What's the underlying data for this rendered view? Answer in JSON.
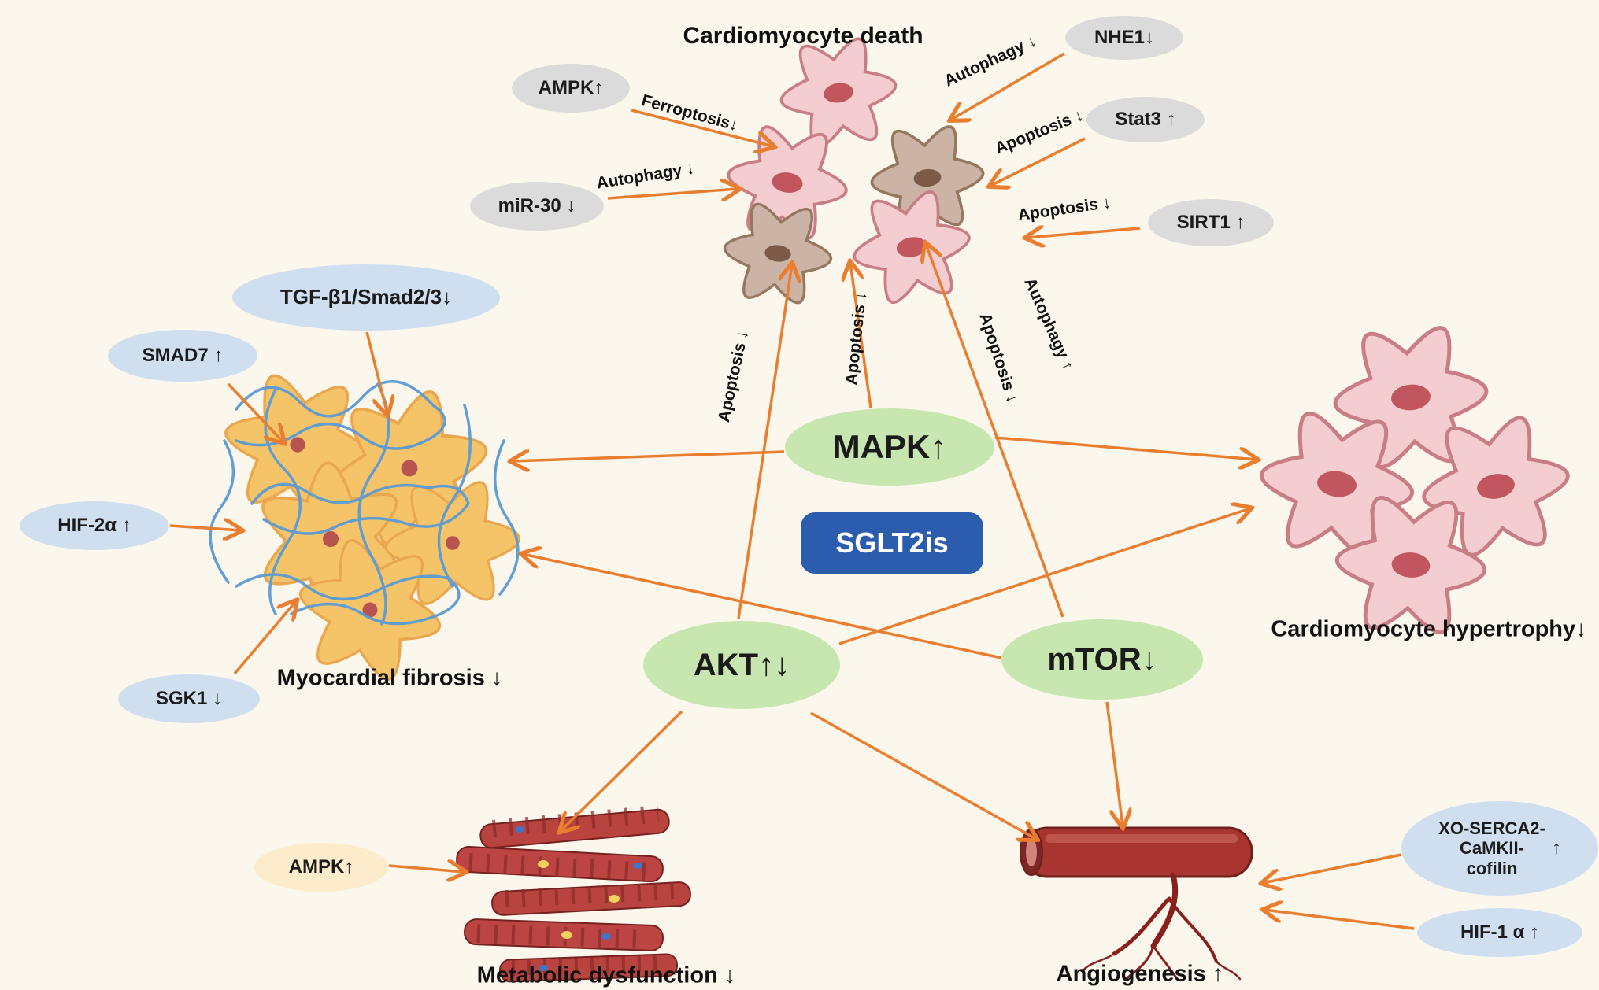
{
  "colors": {
    "background": "#fbf7ec",
    "arrow_orange": "#e97e30",
    "pathway_green": "#c8e6b0",
    "mediator_gray": "#dbdbdb",
    "mediator_blue": "#cfdff0",
    "mediator_yellow": "#fdeccb",
    "sglt2_blue": "#2b5cad",
    "fiber_blue": "#5b9bd5",
    "cell_pink": "#f3cdd0",
    "cell_brown": "#cbb4a6",
    "fibro_orange": "#f6c468",
    "vessel_red": "#a83530"
  },
  "center": {
    "sglt2is": "SGLT2is"
  },
  "pathways": {
    "mapk": "MAPK↑",
    "akt": "AKT↑↓",
    "mtor": "mTOR↓"
  },
  "outcomes": {
    "death": "Cardiomyocyte death",
    "fibrosis": "Myocardial fibrosis ↓",
    "hypertrophy": "Cardiomyocyte hypertrophy↓",
    "metabolic": "Metabolic dysfunction ↓",
    "angiogenesis": "Angiogenesis ↑"
  },
  "mediators": {
    "ampk_top": "AMPK↑",
    "nhe1": "NHE1↓",
    "stat3": "Stat3 ↑",
    "sirt1": "SIRT1 ↑",
    "mir30": "miR-30 ↓",
    "tgf": "TGF-β1/Smad2/3↓",
    "smad7": "SMAD7 ↑",
    "hif2a": "HIF-2α ↑",
    "sgk1": "SGK1 ↓",
    "ampk_bottom": "AMPK↑",
    "xo_line1": "XO-SERCA2-",
    "xo_line2": "CaMKII-",
    "xo_line3": "cofilin",
    "xo_arrow": "↑",
    "hif1a": "HIF-1 α ↑"
  },
  "arrow_labels": {
    "ferroptosis": "Ferroptosis↓",
    "autophagy_nhe1": "Autophagy ↓",
    "autophagy_mir30": "Autophagy ↓",
    "apoptosis_stat3": "Apoptosis ↓",
    "apoptosis_sirt1": "Apoptosis ↓",
    "apoptosis_akt": "Apoptosis ↓",
    "apoptosis_mapk": "Apoptosis ↓",
    "autophagy_mtor": "Autophagy ↑",
    "apoptosis_mtor": "Apoptosis ↓"
  }
}
